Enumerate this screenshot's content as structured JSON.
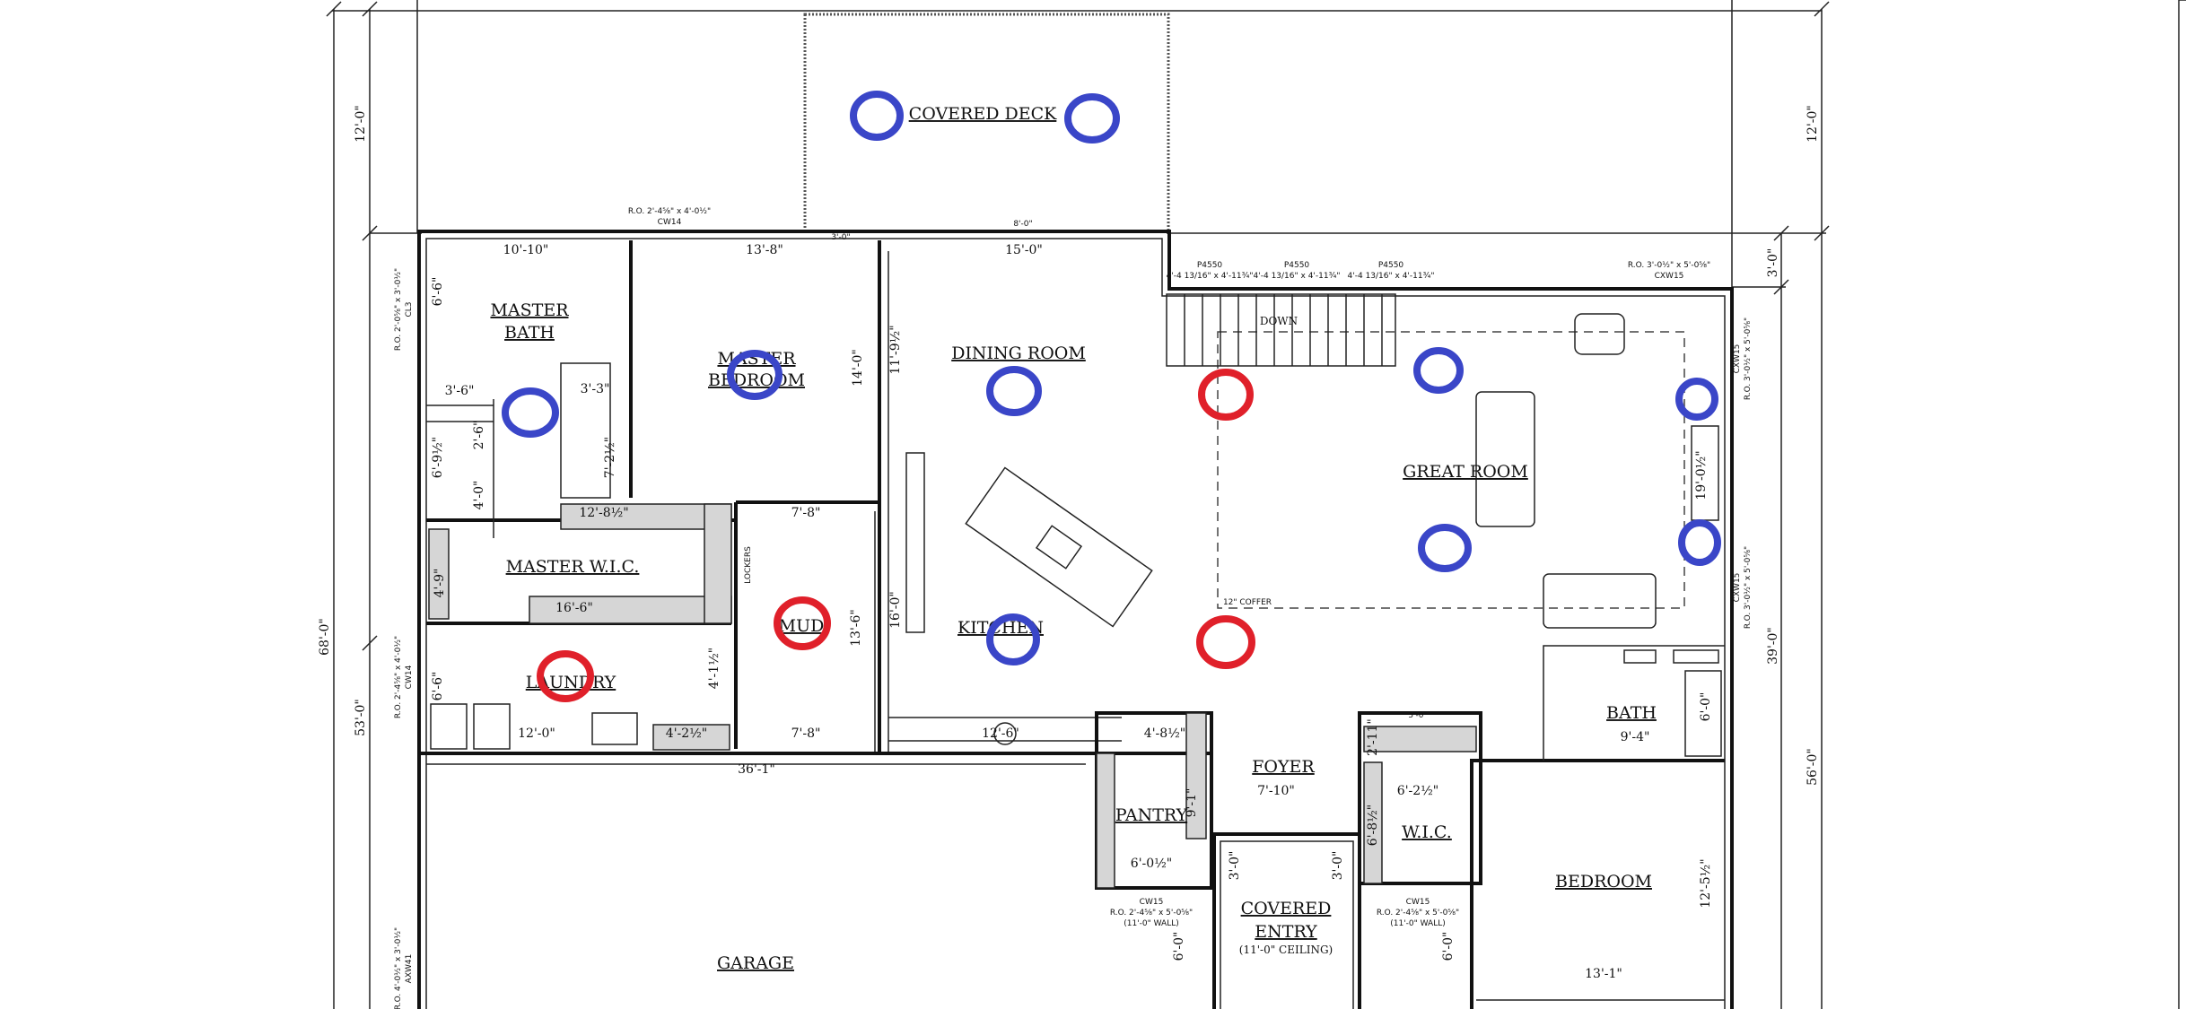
{
  "rooms": {
    "covered_deck": "COVERED DECK",
    "master_bath_1": "MASTER",
    "master_bath_2": "BATH",
    "master_bedroom_1": "MASTER",
    "master_bedroom_2": "BEDROOM",
    "dining_room": "DINING ROOM",
    "great_room": "GREAT ROOM",
    "master_wic": "MASTER W.I.C.",
    "mud": "MUD",
    "laundry": "LAUNDRY",
    "kitchen": "KITCHEN",
    "bath": "BATH",
    "foyer": "FOYER",
    "pantry": "PANTRY",
    "wic": "W.I.C.",
    "bedroom": "BEDROOM",
    "covered_entry_1": "COVERED",
    "covered_entry_2": "ENTRY",
    "covered_entry_ceiling": "(11'-0\" CEILING)",
    "garage": "GARAGE",
    "down": "DOWN",
    "coffer": "12\" COFFER",
    "lockers": "LOCKERS"
  },
  "dimensions": {
    "left_12": "12'-0\"",
    "left_68": "68'-0\"",
    "left_53": "53'-0\"",
    "right_12": "12'-0\"",
    "right_3": "3'-0\"",
    "right_39": "39'-0\"",
    "right_56": "56'-0\"",
    "mb_10_10": "10'-10\"",
    "mbr_13_8": "13'-8\"",
    "dr_15_0": "15'-0\"",
    "d_3_0": "3'-0\"",
    "d_8_0": "8'-0\"",
    "mbr_14_0": "14'-0\"",
    "dr_11_9": "11'-9½\"",
    "mb_6_6": "6'-6\"",
    "mb_3_6": "3'-6\"",
    "mb_3_3": "3'-3\"",
    "mb_2_6": "2'-6\"",
    "mb_6_9": "6'-9½\"",
    "mb_4_0": "4'-0\"",
    "mb_7_2": "7'-2½\"",
    "wic_12_8": "12'-8½\"",
    "wic_16_6": "16'-6\"",
    "wic_4_9": "4'-9\"",
    "mud_7_8a": "7'-8\"",
    "mud_13_6": "13'-6\"",
    "k_16_0": "16'-0\"",
    "l_6_6": "6'-6\"",
    "l_12_0": "12'-0\"",
    "l_4_2": "4'-2½\"",
    "l_4_1": "4'-1½\"",
    "mud_7_8b": "7'-8\"",
    "g_36_1": "36'-1\"",
    "k_12_6": "12'-6\"",
    "p_4_8": "4'-8½\"",
    "p_9_1": "9'-1\"",
    "p_6_0": "6'-0½\"",
    "f_7_10": "7'-10\"",
    "ce_3_0a": "3'-0\"",
    "ce_3_0b": "3'-0\"",
    "ce_6_0": "6'-0\"",
    "w_6_2": "6'-2½\"",
    "w_6_8": "6'-8½\"",
    "w_2_11": "2'-11\"",
    "w_5_0": "5'-0\"",
    "b_9_4": "9'-4\"",
    "b_6_0": "6'-0\"",
    "br_12_5": "12'-5½\"",
    "br_13_1": "13'-1\"",
    "gr_19_0": "19'-0½\"",
    "br_6_0": "6'-0\""
  },
  "notes": {
    "cw14_top_1": "R.O. 2'-4⅝\" x 4'-0½\"",
    "cw14_top_2": "CW14",
    "p4550_a": "P4550",
    "p4550_a_size": "4'-4 13/16\" x 4'-11¾\"",
    "p4550_b": "P4550",
    "p4550_b_size": "4'-4 13/16\" x 4'-11¾\"",
    "p4550_c": "P4550",
    "p4550_c_size": "4'-4 13/16\" x 4'-11¾\"",
    "cxw15_top_1": "R.O. 3'-0½\" x 5'-0⅝\"",
    "cxw15_top_2": "CXW15",
    "cw15_left_a": "CW15",
    "cw15_left_b": "R.O. 2'-4⅝\" x 5'-0⅝\"",
    "cw15_left_c": "(11'-0\" WALL)",
    "cw15_right_a": "CW15",
    "cw15_right_b": "R.O. 2'-4⅝\" x 5'-0⅝\"",
    "cw15_right_c": "(11'-0\" WALL)",
    "left_win_1": "R.O. 2'-0⅝\" x 3'-0½\"",
    "left_win_1b": "CL3",
    "left_win_2": "R.O. 2'-4⅝\" x 4'-0½\"",
    "left_win_2b": "CW14",
    "left_win_3": "R.O. 4'-0½\" x 3'-0½\"",
    "left_win_3b": "AXW41",
    "right_win_1": "R.O. 3'-0½\" x 5'-0⅝\"",
    "right_win_1b": "CXW15",
    "right_win_2": "R.O. 3'-0½\" x 5'-0⅝\"",
    "right_win_2b": "CXW15"
  },
  "markers": {
    "blue_color": "#3a46c8",
    "red_color": "#e0202a",
    "blue": [
      {
        "name": "deck-left"
      },
      {
        "name": "deck-right"
      },
      {
        "name": "master-bath"
      },
      {
        "name": "master-bedroom"
      },
      {
        "name": "dining-room"
      },
      {
        "name": "great-room-top"
      },
      {
        "name": "great-room-right-top"
      },
      {
        "name": "great-room-center"
      },
      {
        "name": "great-room-right-bottom"
      },
      {
        "name": "kitchen"
      }
    ],
    "red": [
      {
        "name": "stair-landing"
      },
      {
        "name": "mud"
      },
      {
        "name": "laundry"
      },
      {
        "name": "kitchen-great-room"
      }
    ]
  }
}
